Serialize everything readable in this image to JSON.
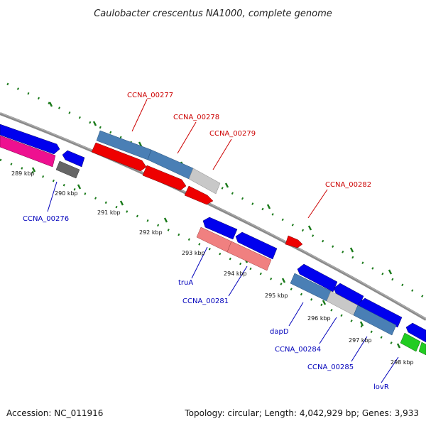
{
  "title": "Caulobacter crescentus NA1000, complete genome",
  "footer": {
    "accession": "Accession: NC_011916",
    "summary": "Topology: circular; Length: 4,042,929 bp; Genes: 3,933"
  },
  "colors": {
    "backbone": "#8a8a8a",
    "ticks": "#1a7a1a",
    "forward_label": "#cc0000",
    "reverse_label": "#0000bb",
    "blue_gene": "#0000ee",
    "red_gene": "#ee0000",
    "steelblue_gene": "#4a7fb5",
    "pink_gene": "#f08080",
    "magenta_gene": "#ee1090",
    "gray_gene": "#c8c8c8",
    "darkgray_gene": "#666666",
    "green_gene": "#22cc22"
  },
  "kbp_ticks": [
    "289 kbp",
    "290 kbp",
    "291 kbp",
    "292 kbp",
    "293 kbp",
    "294 kbp",
    "295 kbp",
    "296 kbp",
    "297 kbp",
    "298 kbp"
  ],
  "forward_labels": [
    "CCNA_00277",
    "CCNA_00278",
    "CCNA_00279",
    "CCNA_00282"
  ],
  "reverse_labels": [
    "CCNA_00276",
    "truA",
    "CCNA_00281",
    "dapD",
    "CCNA_00284",
    "CCNA_00285",
    "lovR"
  ]
}
